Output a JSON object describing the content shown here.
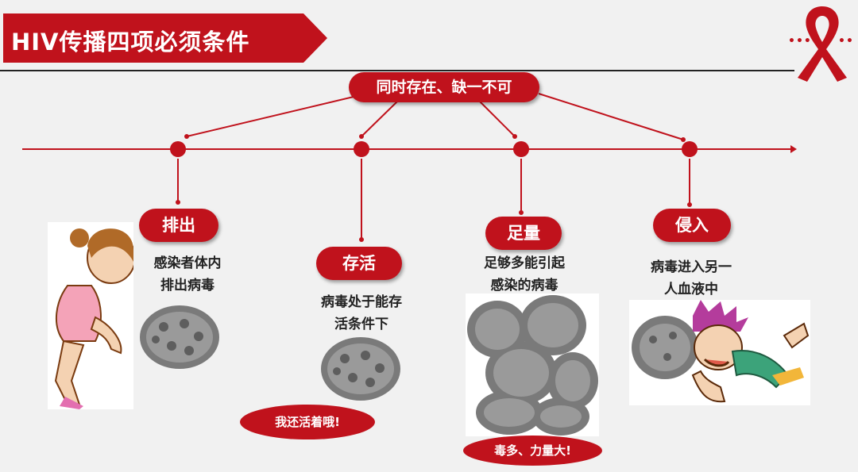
{
  "title": "HIV传播四项必须条件",
  "top_label": "同时存在、缺一不可",
  "conditions": [
    {
      "label": "排出",
      "desc1": "感染者体内",
      "desc2": "排出病毒"
    },
    {
      "label": "存活",
      "desc1": "病毒处于能存",
      "desc2": "活条件下",
      "bubble": "我还活着哦!"
    },
    {
      "label": "足量",
      "desc1": "足够多能引起",
      "desc2": "感染的病毒",
      "bubble": "毒多、力量大!"
    },
    {
      "label": "侵入",
      "desc1": "病毒进入另一",
      "desc2": "人血液中"
    }
  ],
  "colors": {
    "accent": "#c0121c",
    "background": "#f1f1f1"
  }
}
